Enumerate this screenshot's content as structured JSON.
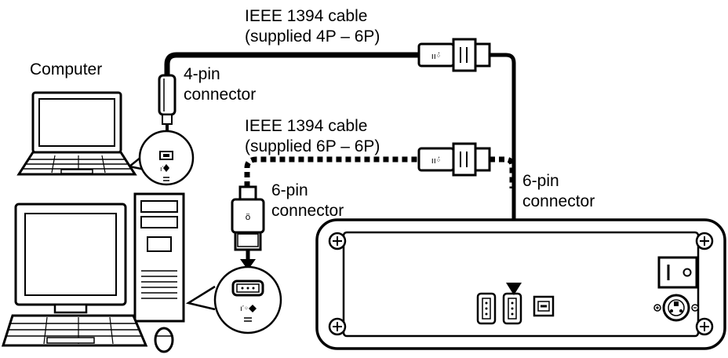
{
  "labels": {
    "computer": "Computer",
    "cable_4p_6p_line1": "IEEE 1394 cable",
    "cable_4p_6p_line2": "(supplied 4P – 6P)",
    "cable_6p_6p_line1": "IEEE 1394 cable",
    "cable_6p_6p_line2": "(supplied 6P – 6P)",
    "pin4_line1": "4-pin",
    "pin4_line2": "connector",
    "pin6_left_line1": "6-pin",
    "pin6_left_line2": "connector",
    "pin6_right_line1": "6-pin",
    "pin6_right_line2": "connector"
  },
  "icons": [
    "laptop-icon",
    "desktop-computer-icon",
    "ieee1394-plug-icon",
    "external-drive-icon",
    "power-switch-icon"
  ],
  "colors": {
    "ink": "#000000",
    "paper": "#ffffff"
  }
}
